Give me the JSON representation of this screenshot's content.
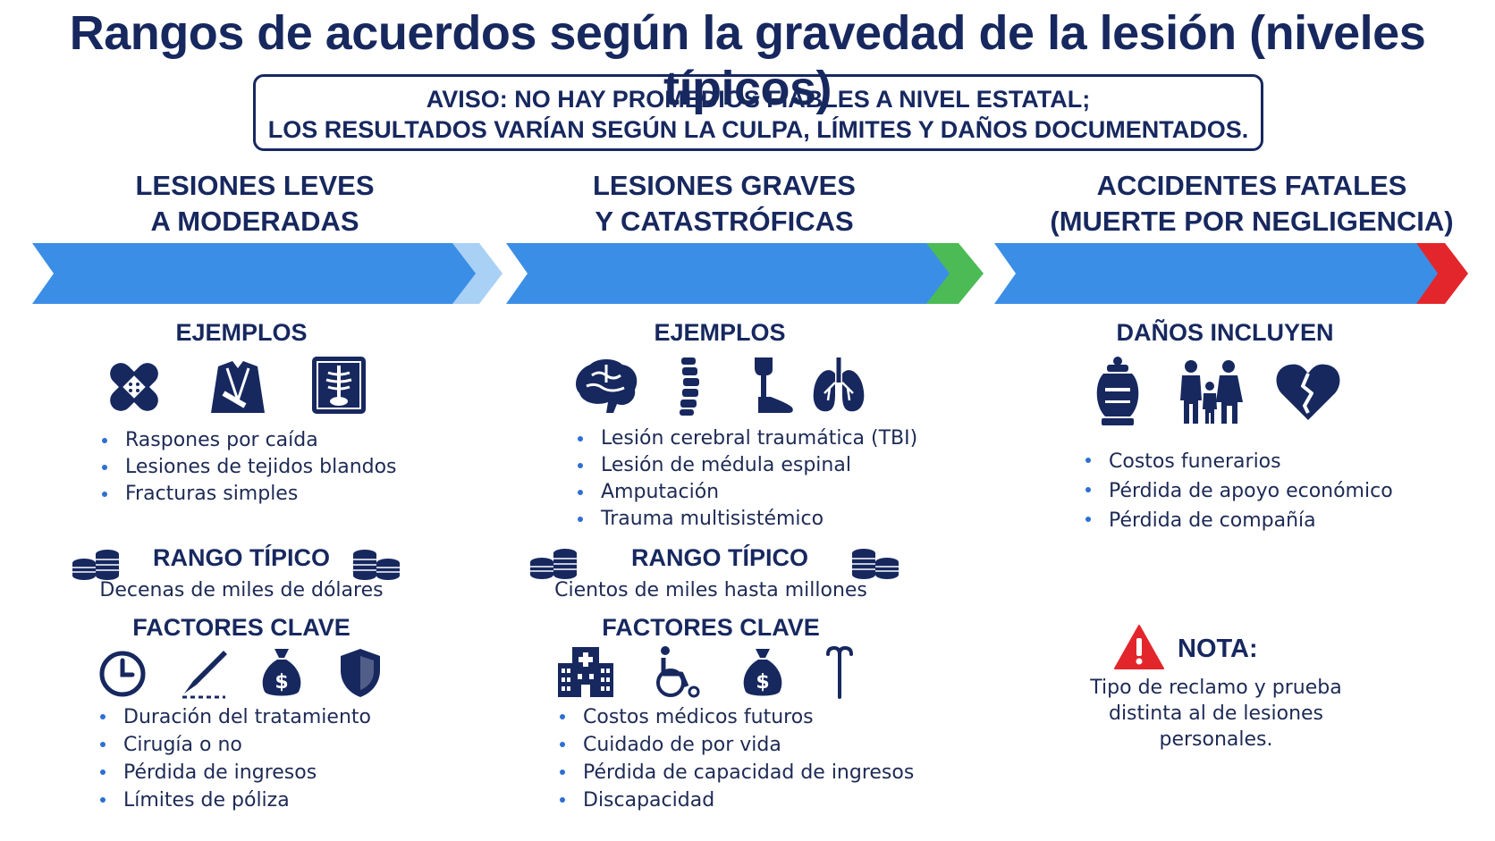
{
  "title": "Rangos de acuerdos según la gravedad de la lesión (niveles típicos)",
  "notice": {
    "line1": "AVISO: NO HAY PROMEDIOS FIABLES A NIVEL ESTATAL;",
    "line2": "LOS RESULTADOS VARÍAN SEGÚN LA CULPA, LÍMITES Y DAÑOS DOCUMENTADOS."
  },
  "colors": {
    "navy": "#17285f",
    "arrow_blue": "#3a8ee6",
    "arrow_light": "#a9d0f5",
    "arrow_green": "#4cbb55",
    "arrow_red": "#e3262b",
    "bullet": "#2d6fd2"
  },
  "columns": [
    {
      "head_line1": "LESIONES LEVES",
      "head_line2": "A MODERADAS",
      "examples_label": "EJEMPLOS",
      "example_icons": [
        "bandage-icon",
        "arm-sling-icon",
        "xray-icon"
      ],
      "examples": [
        "Raspones por caída",
        "Lesiones de tejidos blandos",
        "Fracturas simples"
      ],
      "range_label": "RANGO TÍPICO",
      "range_value": "Decenas de miles de dólares",
      "factors_label": "FACTORES CLAVE",
      "factor_icons": [
        "clock-icon",
        "scalpel-icon",
        "money-bag-icon",
        "shield-icon"
      ],
      "factors": [
        "Duración del tratamiento",
        "Cirugía o no",
        "Pérdida de ingresos",
        "Límites de póliza"
      ]
    },
    {
      "head_line1": "LESIONES GRAVES",
      "head_line2": "Y CATASTRÓFICAS",
      "examples_label": "EJEMPLOS",
      "example_icons": [
        "brain-icon",
        "spine-icon",
        "prosthetic-leg-icon",
        "lungs-icon"
      ],
      "examples": [
        "Lesión cerebral traumática (TBI)",
        "Lesión de médula espinal",
        "Amputación",
        "Trauma multisistémico"
      ],
      "range_label": "RANGO TÍPICO",
      "range_value": "Cientos de miles hasta millones",
      "factors_label": "FACTORES CLAVE",
      "factor_icons": [
        "hospital-icon",
        "wheelchair-icon",
        "money-bag-icon",
        "cane-icon"
      ],
      "factors": [
        "Costos médicos futuros",
        "Cuidado de por vida",
        "Pérdida de capacidad de ingresos",
        "Discapacidad"
      ]
    },
    {
      "head_line1": "ACCIDENTES FATALES",
      "head_line2": "(MUERTE POR NEGLIGENCIA)",
      "damages_label": "DAÑOS INCLUYEN",
      "damage_icons": [
        "urn-icon",
        "family-icon",
        "broken-heart-icon"
      ],
      "damages": [
        "Costos funerarios",
        "Pérdida de apoyo económico",
        "Pérdida de compañía"
      ],
      "note_label": "NOTA:",
      "note_line1": "Tipo de reclamo y prueba",
      "note_line2": "distinta al de lesiones",
      "note_line3": "personales."
    }
  ]
}
